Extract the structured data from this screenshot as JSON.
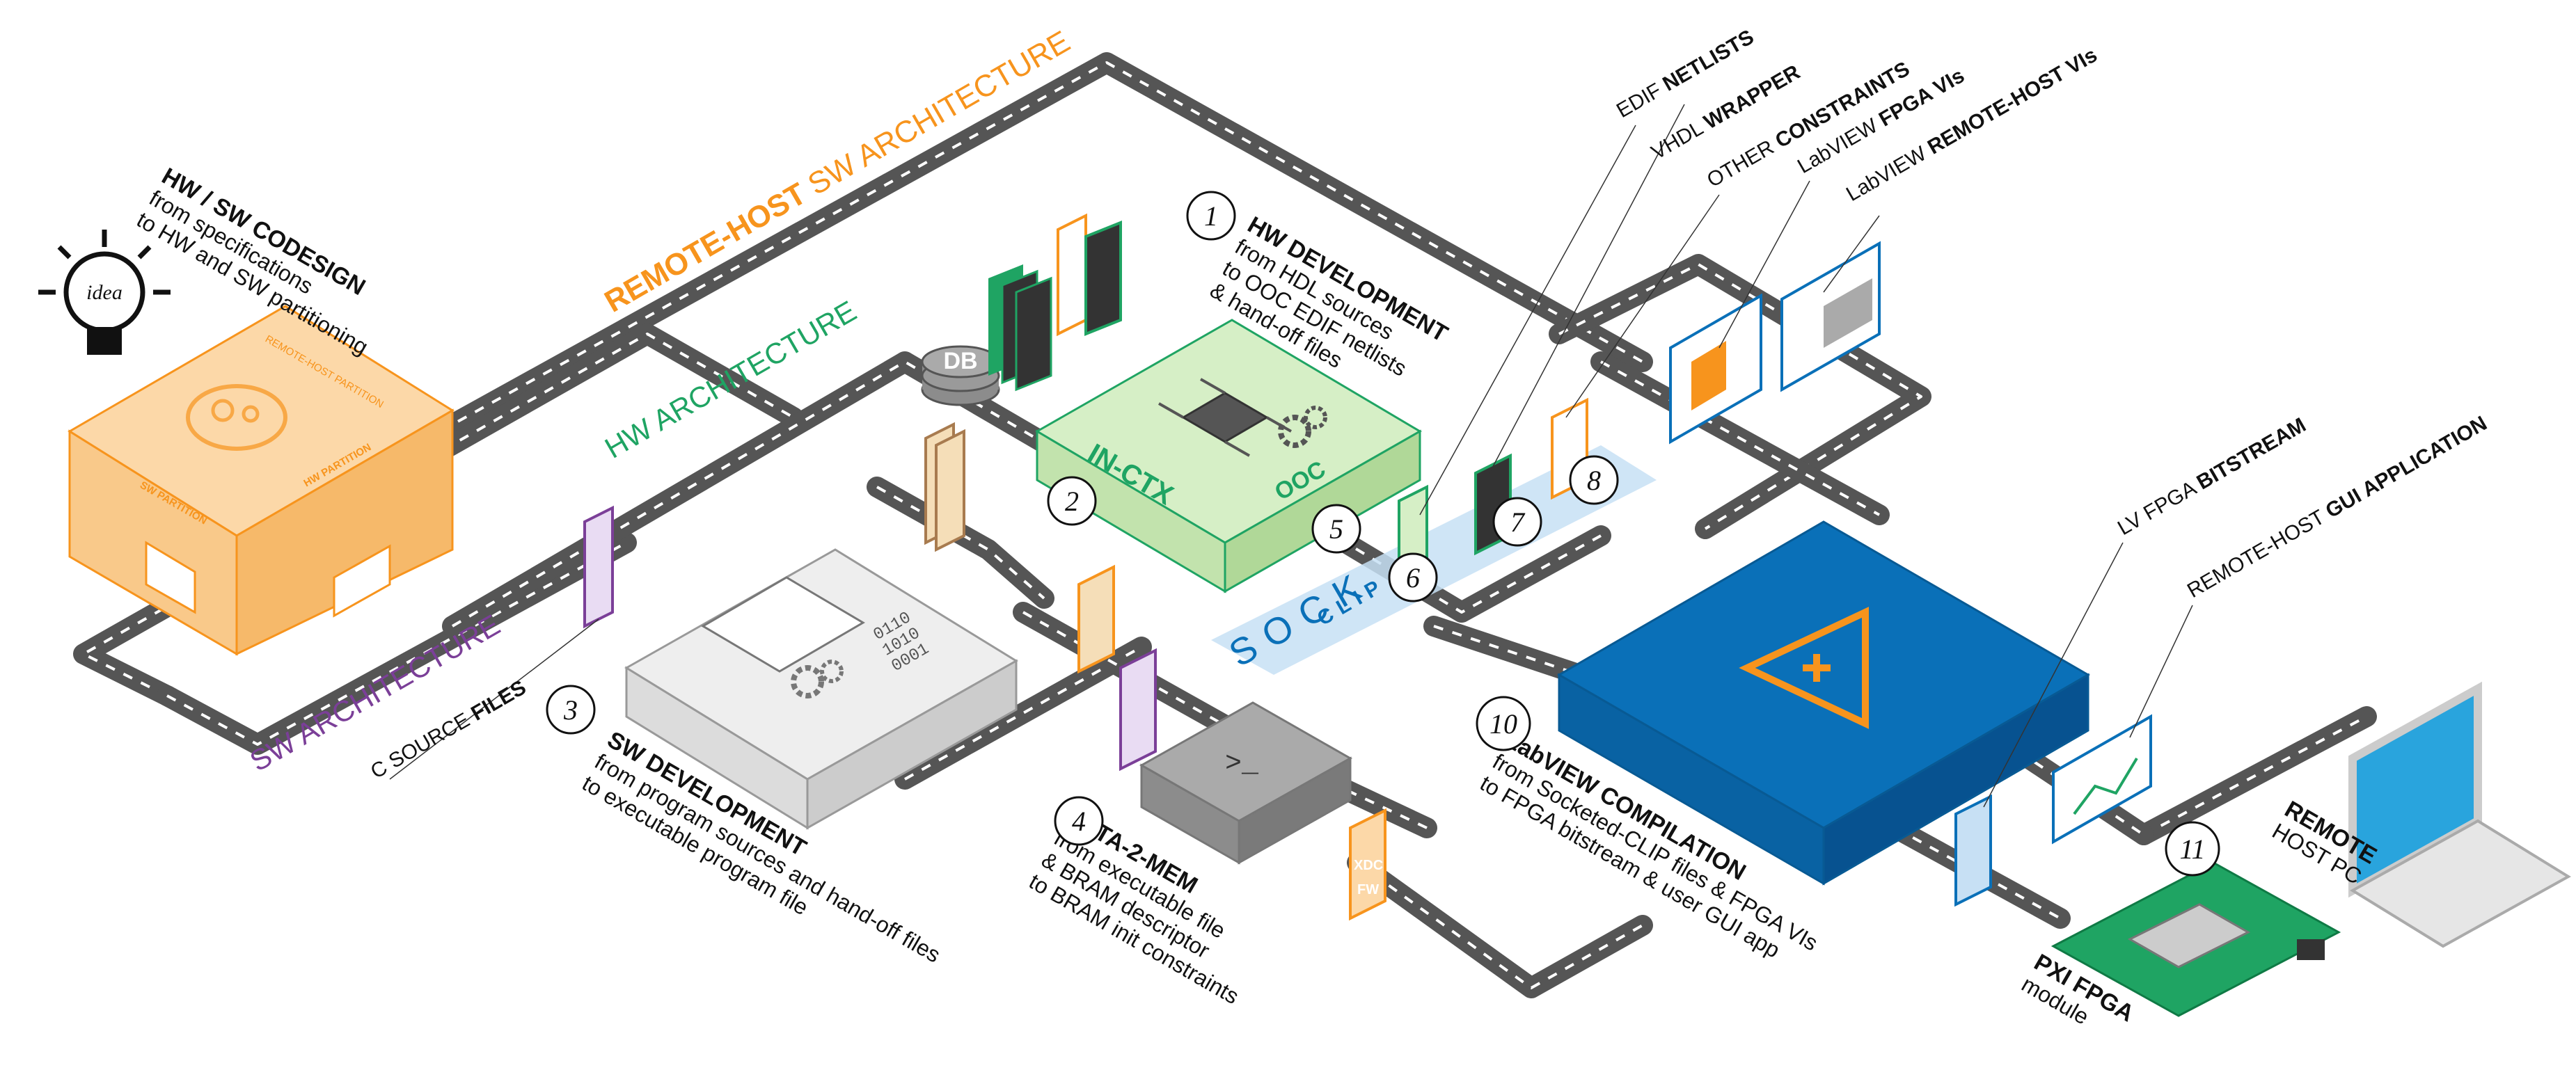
{
  "labels": {
    "hwsw_title": "HW / SW CODESIGN",
    "hwsw_line1": "from specifications",
    "hwsw_line2": "to HW and SW partitioning",
    "idea": "idea",
    "remote_host_prefix": "REMOTE-HOST",
    "remote_host_suffix": " SW ARCHITECTURE",
    "hw_arch": "HW ARCHITECTURE",
    "sw_arch": "SW ARCHITECTURE",
    "remote_host_partition": "REMOTE-HOST PARTITION",
    "sw_partition": "SW PARTITION",
    "hw_partition": "HW PARTITION",
    "db": "DB",
    "in_ctx": "IN-CTX",
    "ooc": "OOC",
    "hw_dev_title": "HW DEVELOPMENT",
    "hw_dev_line1": "from HDL sources",
    "hw_dev_line2": "to OOC EDIF netlists",
    "hw_dev_line3": "& hand-off files",
    "sw_dev_title": "SW DEVELOPMENT",
    "sw_dev_line1": "from program sources and hand-off files",
    "sw_dev_line2": "to executable program file",
    "binary_1": "0110",
    "binary_2": "1010",
    "binary_3": "0001",
    "c_source_prefix": "C SOURCE ",
    "c_source_suffix": "FILES",
    "d2m_title": "DATA-2-MEM",
    "d2m_line1": "from executable file",
    "d2m_line2": "& BRAM descriptor",
    "d2m_line3": "to BRAM init constraints",
    "xdc": "XDC",
    "fw": "FW",
    "sock_clip_1": "SOCK",
    "sock_clip_2": "CLIP",
    "edif_prefix": "EDIF ",
    "edif_suffix": "NETLISTS",
    "vhdl_prefix": "VHDL ",
    "vhdl_suffix": "WRAPPER",
    "other_prefix": "OTHER ",
    "other_suffix": "CONSTRAINTS",
    "lv_fpga_prefix": "LabVIEW ",
    "lv_fpga_suffix": "FPGA VIs",
    "lv_remote_prefix": "LabVIEW ",
    "lv_remote_suffix": "REMOTE-HOST VIs",
    "lv_comp_title": "LabVIEW COMPILATION",
    "lv_comp_line1": "from Socketed-CLIP files & FPGA VIs",
    "lv_comp_line2": "to FPGA bitstream & user GUI app",
    "lv_bitstream_prefix": "LV FPGA ",
    "lv_bitstream_suffix": "BITSTREAM",
    "gui_app_prefix": "REMOTE-HOST ",
    "gui_app_suffix": "GUI APPLICATION",
    "pxi_title": "PXI FPGA",
    "pxi_sub": "module",
    "remote_title": "REMOTE",
    "remote_sub": "HOST PC"
  },
  "steps": {
    "s1": "1",
    "s2": "2",
    "s3": "3",
    "s4": "4",
    "s5": "5",
    "s6": "6",
    "s7": "7",
    "s8": "8",
    "s10": "10",
    "s11": "11"
  },
  "colors": {
    "road": "#555555",
    "orange": "#f7941d",
    "orange_light": "#fcd8a8",
    "green": "#1fa463",
    "green_light": "#d6efc6",
    "purple": "#7b3f98",
    "purple_light": "#e9dcf3",
    "blue": "#0a70b8",
    "blue_light": "#c7e0f4",
    "gray_box": "#d9d9d9",
    "gray_dark": "#8c8c8c",
    "brown": "#a87b4f",
    "tan": "#f5deb8"
  },
  "icons": [
    "lightbulb-icon",
    "head-gears-icon",
    "database-icon",
    "chip-icon",
    "gears-icon",
    "terminal-icon",
    "labview-triangle-icon",
    "laptop-icon",
    "pxi-board-icon",
    "document-icon",
    "chart-window-icon"
  ]
}
